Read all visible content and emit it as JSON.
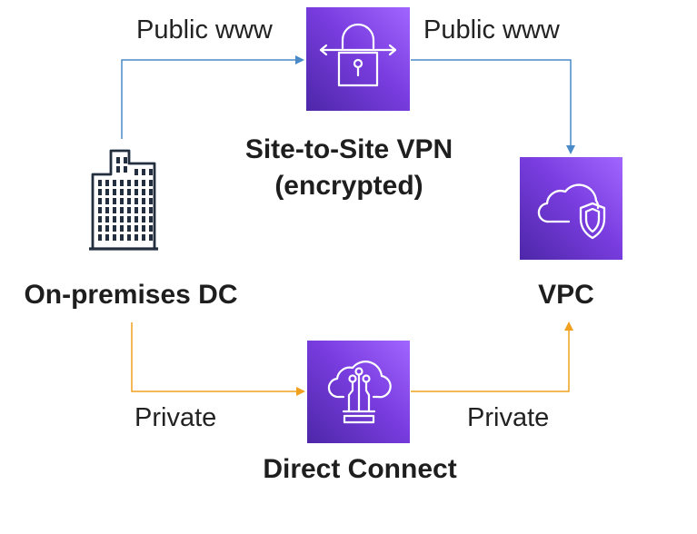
{
  "nodes": {
    "on_premises": {
      "label": "On-premises DC",
      "icon": "office-building-icon"
    },
    "vpn": {
      "label_line1": "Site-to-Site VPN",
      "label_line2": "(encrypted)",
      "icon": "vpn-lock-icon"
    },
    "vpc": {
      "label": "VPC",
      "icon": "cloud-shield-icon"
    },
    "direct_connect": {
      "label": "Direct Connect",
      "icon": "cloud-circuit-icon"
    }
  },
  "edges": {
    "public_left": "Public www",
    "public_right": "Public www",
    "private_left": "Private",
    "private_right": "Private"
  },
  "colors": {
    "public_link": "#4a8ac8",
    "private_link": "#f0a01e",
    "tile_start": "#4d27a8",
    "tile_end": "#a166ff",
    "icon_dark": "#232f3e",
    "text": "#1e1e1e"
  }
}
